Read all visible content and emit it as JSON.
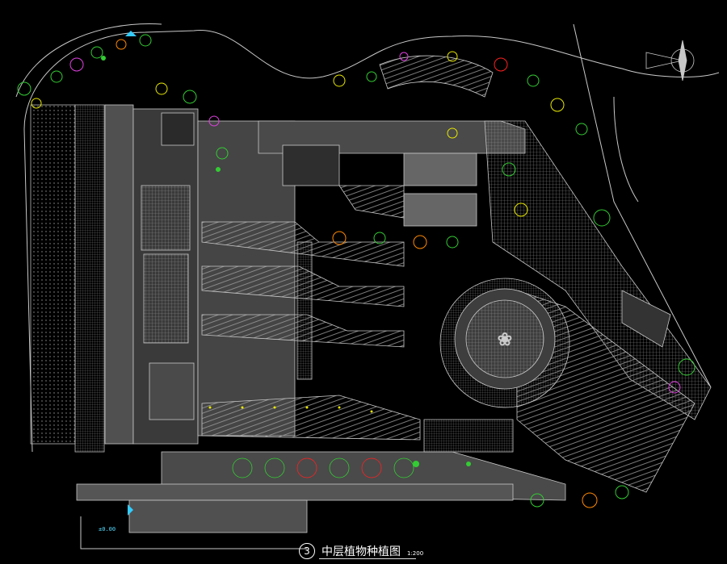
{
  "drawing": {
    "title_number": "3",
    "title": "中层植物种植图",
    "scale": "1:200"
  },
  "colors": {
    "background": "#000000",
    "linework": "#c8c8c8",
    "dark_fill": "#555555",
    "hatch": "#9a9a9a",
    "plant_green": "#33cc33",
    "plant_yellow": "#e8e800",
    "plant_magenta": "#e040e0",
    "plant_orange": "#ff8800",
    "plant_red": "#ff2020",
    "marker_cyan": "#33ccff"
  },
  "icons": {
    "north_arrow": "north-arrow-icon",
    "section_marker": "section-marker-icon",
    "tree_symbol": "tree-symbol-icon",
    "shrub_symbol": "shrub-symbol-icon"
  }
}
